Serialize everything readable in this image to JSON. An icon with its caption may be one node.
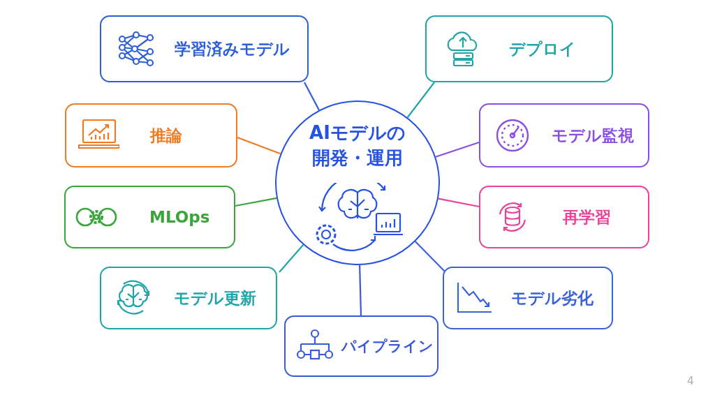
{
  "diagram": {
    "nodes": [
      {
        "text": [
          "AIモデルの開発・運用"
        ]
      },
      {
        "text": [
          "学習済みモデル"
        ]
      },
      {
        "text": [
          "デプロイ"
        ]
      },
      {
        "text": [
          "推論"
        ]
      },
      {
        "text": [
          "モデル監視"
        ]
      },
      {
        "text": [
          "MLOps"
        ]
      },
      {
        "text": [
          "再学習"
        ]
      },
      {
        "text": [
          "モデル更新"
        ]
      },
      {
        "text": [
          "モデル劣化"
        ]
      },
      {
        "text": [
          "パイプライン"
        ]
      }
    ],
    "edges": [
      {
        "from": 0,
        "to": 1,
        "arrow": "none",
        "color": "#2f5fd6"
      },
      {
        "from": 0,
        "to": 2,
        "arrow": "none",
        "color": "#1fa5a8"
      },
      {
        "from": 0,
        "to": 3,
        "arrow": "none",
        "color": "#f07a22"
      },
      {
        "from": 0,
        "to": 4,
        "arrow": "none",
        "color": "#8a4fe0"
      },
      {
        "from": 0,
        "to": 5,
        "arrow": "none",
        "color": "#3aa53a"
      },
      {
        "from": 0,
        "to": 6,
        "arrow": "none",
        "color": "#e8449a"
      },
      {
        "from": 0,
        "to": 7,
        "arrow": "none",
        "color": "#1fa5a8"
      },
      {
        "from": 0,
        "to": 8,
        "arrow": "none",
        "color": "#3a63d8"
      },
      {
        "from": 0,
        "to": 9,
        "arrow": "none",
        "color": "#3a5ad8"
      }
    ],
    "labels": [
      "4"
    ]
  }
}
